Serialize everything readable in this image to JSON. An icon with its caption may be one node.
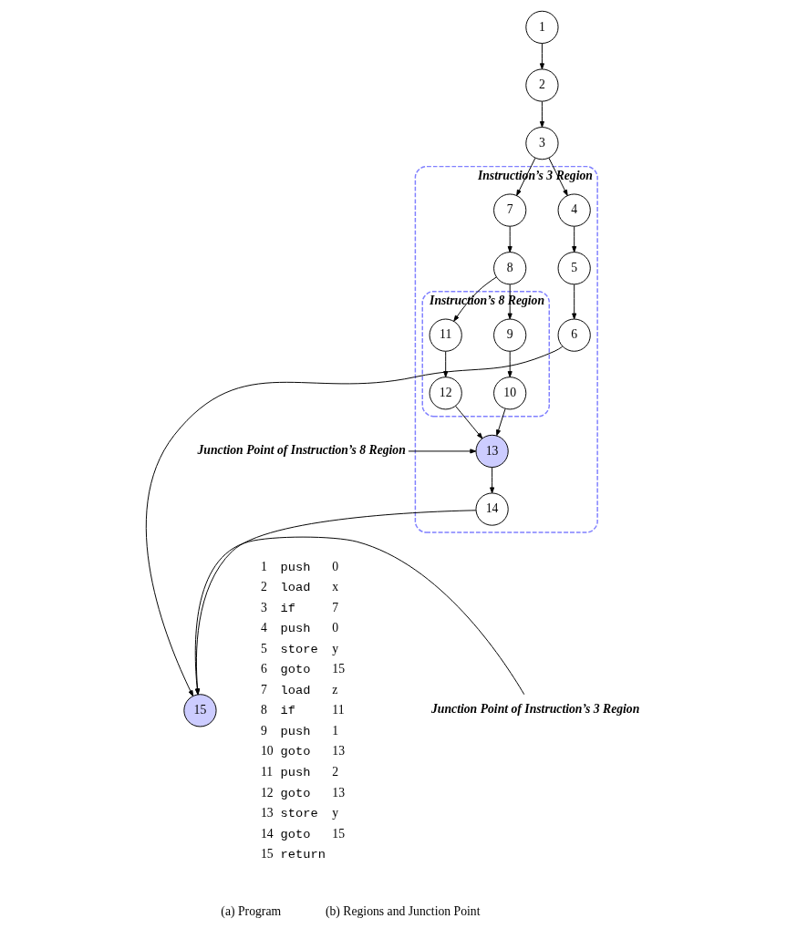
{
  "diagram": {
    "nodes": [
      {
        "text": [
          "1"
        ]
      },
      {
        "text": [
          "2"
        ]
      },
      {
        "text": [
          "3"
        ]
      },
      {
        "text": [
          "Instruction’s 3 Region"
        ]
      },
      {
        "text": [
          "4"
        ],
        "in": 3
      },
      {
        "text": [
          "5"
        ],
        "in": 3
      },
      {
        "text": [
          "6"
        ],
        "in": 3
      },
      {
        "text": [
          "7"
        ],
        "in": 3
      },
      {
        "text": [
          "8"
        ],
        "in": 3
      },
      {
        "text": [
          "Instruction’s 8 Region"
        ],
        "in": 3
      },
      {
        "text": [
          "9"
        ],
        "in": 9
      },
      {
        "text": [
          "10"
        ],
        "in": 9
      },
      {
        "text": [
          "11"
        ],
        "in": 9
      },
      {
        "text": [
          "12"
        ],
        "in": 9
      },
      {
        "text": [
          "13"
        ],
        "in": 3
      },
      {
        "text": [
          "14"
        ],
        "in": 3
      },
      {
        "text": [
          "15"
        ]
      },
      {
        "text": [
          "Junction Point of Instruction’s 8 Region"
        ]
      },
      {
        "text": [
          "Junction Point of Instruction’s 3 Region"
        ]
      }
    ],
    "edges": [
      {
        "from": 0,
        "to": 1,
        "arrow": "to"
      },
      {
        "from": 1,
        "to": 2,
        "arrow": "to"
      },
      {
        "from": 2,
        "to": 4,
        "arrow": "to"
      },
      {
        "from": 2,
        "to": 7,
        "arrow": "to"
      },
      {
        "from": 4,
        "to": 5,
        "arrow": "to"
      },
      {
        "from": 5,
        "to": 6,
        "arrow": "to"
      },
      {
        "from": 7,
        "to": 8,
        "arrow": "to"
      },
      {
        "from": 8,
        "to": 10,
        "arrow": "to"
      },
      {
        "from": 8,
        "to": 12,
        "arrow": "to"
      },
      {
        "from": 10,
        "to": 11,
        "arrow": "to"
      },
      {
        "from": 12,
        "to": 13,
        "arrow": "to"
      },
      {
        "from": 11,
        "to": 14,
        "arrow": "to"
      },
      {
        "from": 13,
        "to": 14,
        "arrow": "to"
      },
      {
        "from": 14,
        "to": 15,
        "arrow": "to"
      },
      {
        "from": 6,
        "to": 16,
        "arrow": "to"
      },
      {
        "from": 15,
        "to": 16,
        "arrow": "to"
      },
      {
        "from": 17,
        "to": 14,
        "arrow": "to"
      },
      {
        "from": 18,
        "to": 16,
        "arrow": "to"
      }
    ],
    "labels": [
      "1",
      "push",
      "0",
      "2",
      "load",
      "x",
      "3",
      "if",
      "7",
      "4",
      "push",
      "0",
      "5",
      "store",
      "y",
      "6",
      "goto",
      "15",
      "7",
      "load",
      "z",
      "8",
      "if",
      "11",
      "9",
      "push",
      "1",
      "10",
      "goto",
      "13",
      "11",
      "push",
      "2",
      "12",
      "goto",
      "13",
      "13",
      "store",
      "y",
      "14",
      "goto",
      "15",
      "15",
      "return",
      "(a) Program",
      "(b) Regions and Junction Point"
    ]
  }
}
